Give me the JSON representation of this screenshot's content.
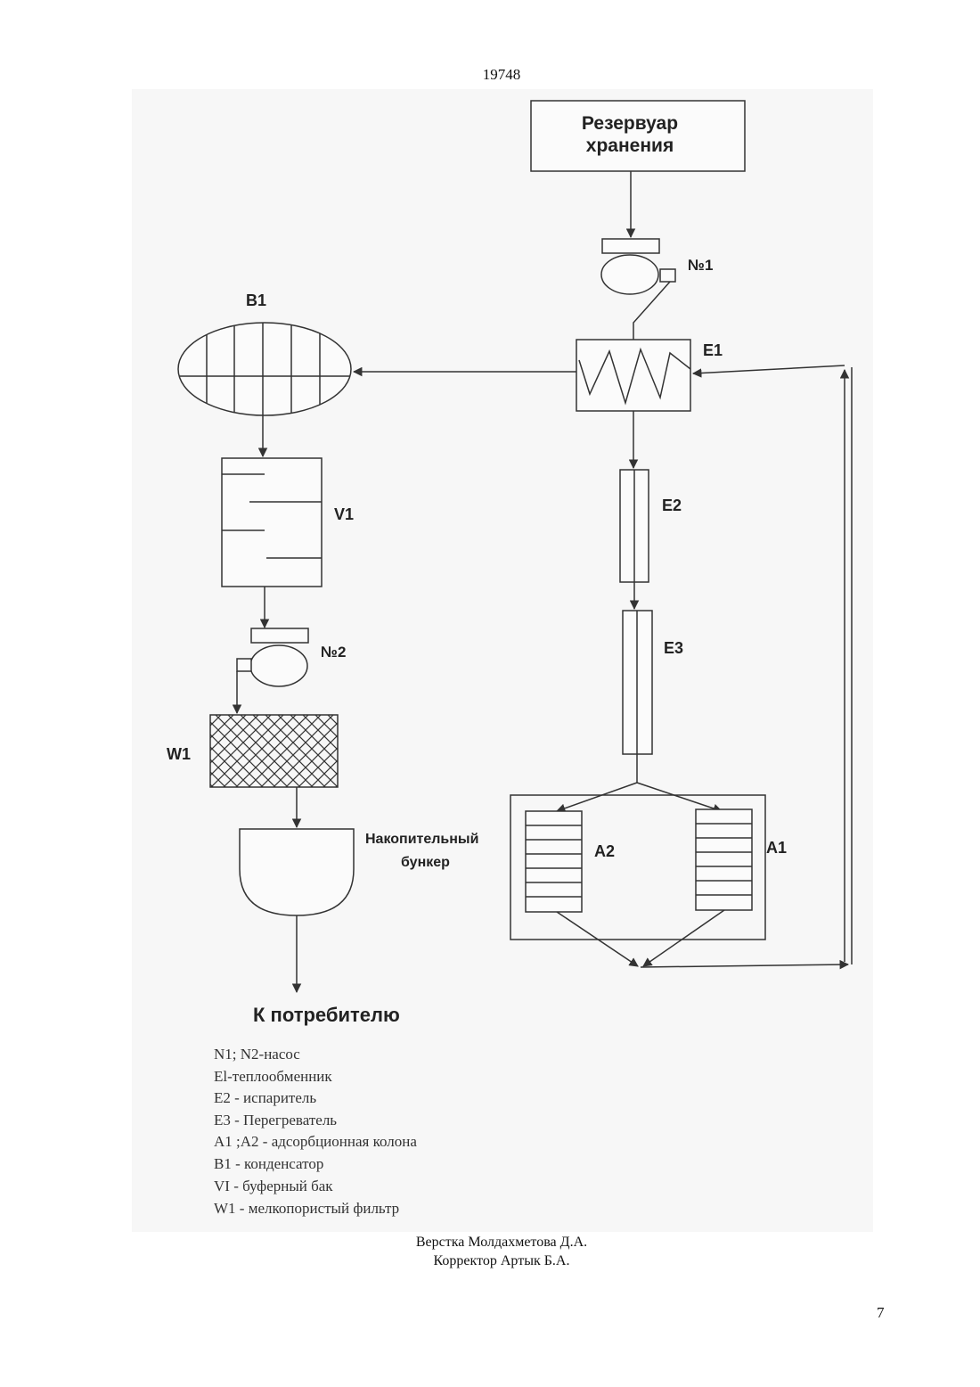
{
  "header": {
    "document_number": "19748"
  },
  "diagram": {
    "nodes": {
      "storage_tank": {
        "line1": "Резервуар",
        "line2": "хранения"
      },
      "pump1": {
        "label": "№1"
      },
      "heat_exchanger": {
        "label": "E1"
      },
      "condenser": {
        "label": "B1"
      },
      "buffer_tank": {
        "label": "V1"
      },
      "pump2": {
        "label": "№2"
      },
      "filter": {
        "label": "W1"
      },
      "evaporator": {
        "label": "E2"
      },
      "superheater": {
        "label": "E3"
      },
      "column_a2": {
        "label": "A2"
      },
      "column_a1": {
        "label": "A1"
      },
      "bunker": {
        "line1": "Накопительный",
        "line2": "бункер"
      },
      "consumer": {
        "label": "К потребителю"
      }
    },
    "legend": [
      "N1; N2-насос",
      "El-теплообменник",
      "E2 - испаритель",
      "E3 - Перегреватель",
      "A1 ;A2 - адсорбционная колона",
      "B1 - конденсатор",
      "VI - буферный бак",
      "W1 - мелкопористый фильтр"
    ]
  },
  "footer": {
    "layout": "Верстка Молдахметова Д.А.",
    "corrector": "Корректор Артык Б.А.",
    "page_number": "7"
  }
}
